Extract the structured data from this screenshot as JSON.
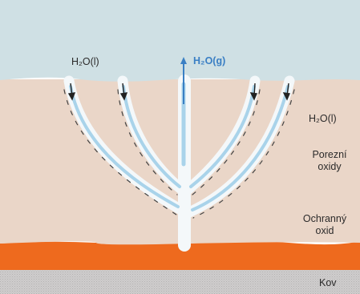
{
  "labels": {
    "water_liquid_top": "H₂O(l)",
    "water_gas": "H₂O(g)",
    "water_liquid_side": "H₂O(l)",
    "porous_oxide": "Porezní oxidy",
    "porous_oxide_line1": "Porezní",
    "porous_oxide_line2": "oxidy",
    "protective_oxide_line1": "Ochranný",
    "protective_oxide_line2": "oxid",
    "metal": "Kov"
  },
  "colors": {
    "water_layer": "#cfe0e4",
    "porous_oxide": "#ead6c8",
    "protective_oxide": "#ee6a1e",
    "metal": "#c9c7c7",
    "channel_fill": "#f4f8fa",
    "channel_water": "#a9d3ea",
    "gas_arrow": "#3a7fc4",
    "arrow_dark": "#222222"
  }
}
